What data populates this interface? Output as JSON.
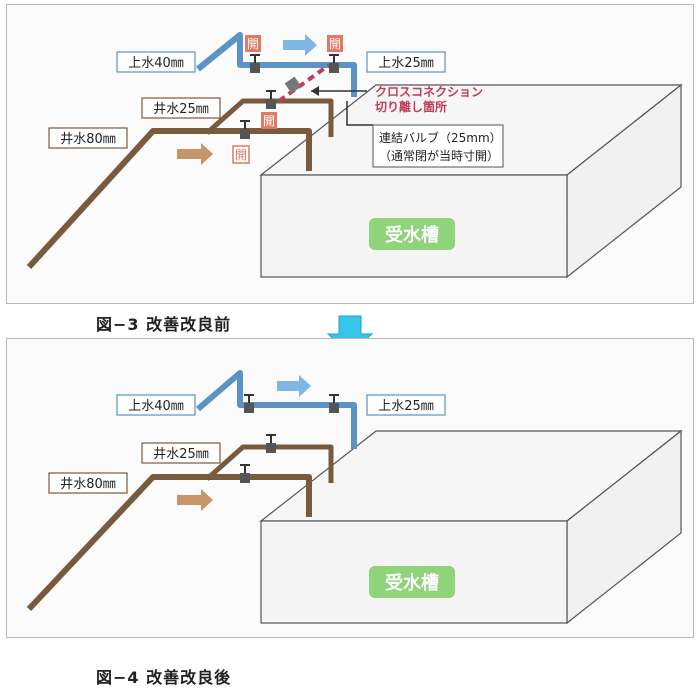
{
  "figure_before": {
    "caption": "図−3 改善改良前",
    "labels": {
      "city_water_40": "上水40㎜",
      "city_water_25": "上水25㎜",
      "well_water_25": "井水25㎜",
      "well_water_80": "井水80㎜",
      "tank": "受水槽",
      "cross_connection": "クロスコネクション",
      "cross_connection_2": "切り離し箇所",
      "valve_note_1": "連結バルブ（25mm）",
      "valve_note_2": "（通常閉が当時寸開）"
    },
    "valve_tags": {
      "open_1": "開",
      "open_2": "開",
      "open_3": "開",
      "open_4": "開"
    }
  },
  "figure_after": {
    "caption": "図−4 改善改良後",
    "labels": {
      "city_water_40": "上水40㎜",
      "city_water_25": "上水25㎜",
      "well_water_25": "井水25㎜",
      "well_water_80": "井水80㎜",
      "tank": "受水槽"
    }
  },
  "colors": {
    "city_pipe": "#5b93c7",
    "well_pipe": "#7a5a3c",
    "flow_arrow_city": "#7fb6e3",
    "flow_arrow_well": "#c8956a",
    "tank_label_bg": "#8fd47a",
    "open_tag": "#e07a66",
    "cross_text": "#c23b57",
    "down_arrow": "#37c6ea"
  }
}
